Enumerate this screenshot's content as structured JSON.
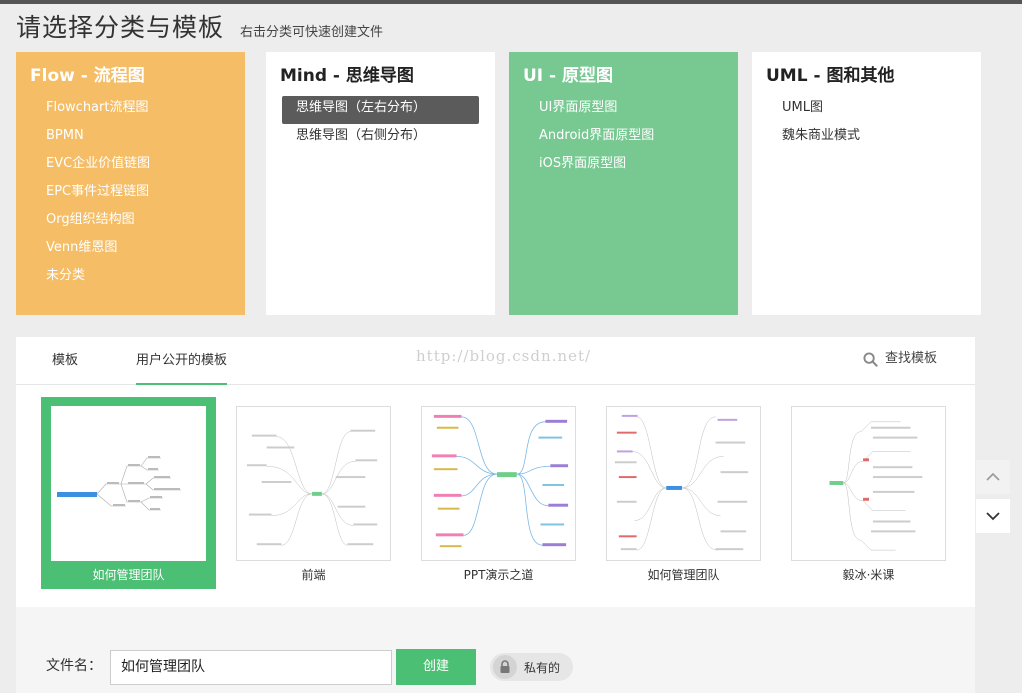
{
  "header": {
    "title": "请选择分类与模板",
    "subtitle": "右击分类可快速创建文件"
  },
  "categories": [
    {
      "title": "Flow - 流程图",
      "items": [
        "Flowchart流程图",
        "BPMN",
        "EVC企业价值链图",
        "EPC事件过程链图",
        "Org组织结构图",
        "Venn维恩图",
        "未分类"
      ]
    },
    {
      "title": "Mind - 思维导图",
      "items": [
        "思维导图（左右分布）",
        "思维导图（右侧分布）"
      ]
    },
    {
      "title": "UI - 原型图",
      "items": [
        "UI界面原型图",
        "Android界面原型图",
        "iOS界面原型图"
      ]
    },
    {
      "title": "UML - 图和其他",
      "items": [
        "UML图",
        "魏朱商业模式"
      ]
    }
  ],
  "templates_panel": {
    "tabs": [
      "模板",
      "用户公开的模板"
    ],
    "active_tab": "用户公开的模板",
    "search_label": "查找模板",
    "watermark": "http://blog.csdn.net/",
    "items": [
      {
        "caption": "如何管理团队"
      },
      {
        "caption": "前端"
      },
      {
        "caption": "PPT演示之道"
      },
      {
        "caption": "如何管理团队"
      },
      {
        "caption": "毅冰·米课"
      }
    ]
  },
  "footer": {
    "filename_label": "文件名：",
    "filename_value": "如何管理团队",
    "create_label": "创建",
    "private_label": "私有的"
  },
  "colors": {
    "flow": "#f4bd66",
    "ui": "#78c892",
    "accent": "#4bbf73",
    "selected_item": "#5b5b5b"
  },
  "icons": {
    "search": "magnifier-icon",
    "scroll_up": "chevron-up-icon",
    "scroll_down": "chevron-down-icon",
    "private": "lock-icon"
  }
}
